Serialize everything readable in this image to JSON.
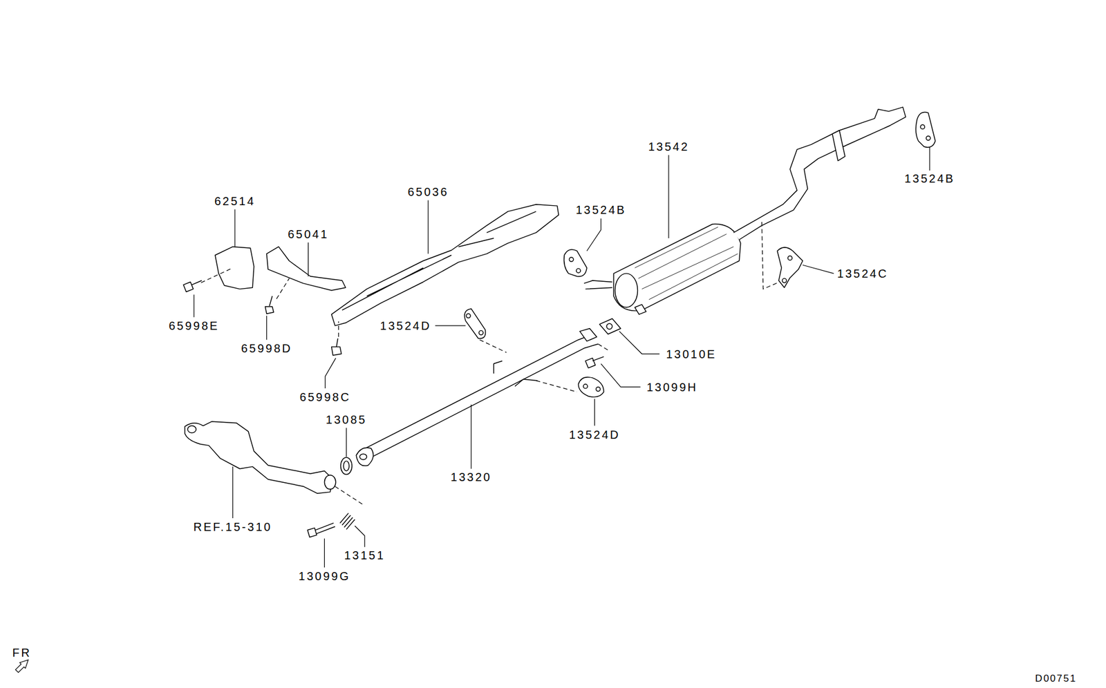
{
  "diagram": {
    "labels": [
      "62514",
      "65036",
      "13542",
      "13524B",
      "65041",
      "13524B",
      "13524C",
      "65998E",
      "13524D",
      "13010E",
      "65998D",
      "13099H",
      "65998C",
      "13524D",
      "13085",
      "13320",
      "REF.15-310",
      "13151",
      "13099G",
      "FR",
      "D00751"
    ]
  }
}
